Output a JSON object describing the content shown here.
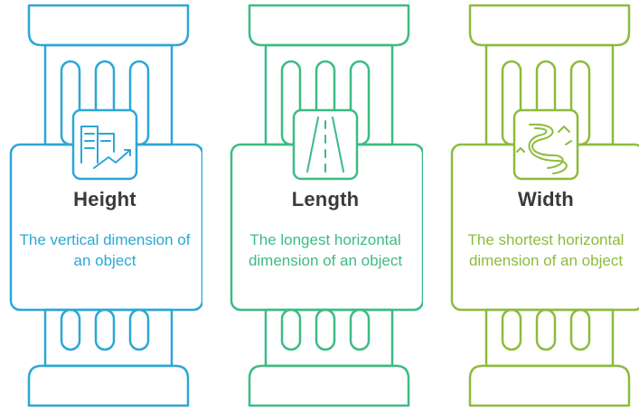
{
  "pillars": [
    {
      "title": "Height",
      "description": "The vertical dimension of an object",
      "color": "#2ba7d6",
      "icon": "building-growth-icon"
    },
    {
      "title": "Length",
      "description": "The longest horizontal dimension of an object",
      "color": "#3dbb84",
      "icon": "road-icon"
    },
    {
      "title": "Width",
      "description": "The shortest horizontal dimension of an object",
      "color": "#8cbc3c",
      "icon": "winding-river-icon"
    }
  ]
}
